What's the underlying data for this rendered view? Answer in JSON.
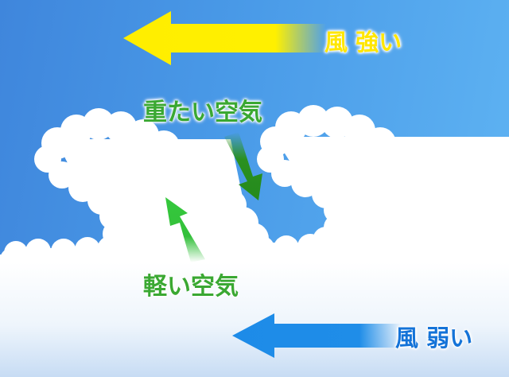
{
  "labels": {
    "wind_strong": "風 強い",
    "heavy_air": "重たい空気",
    "light_air": "軽い空気",
    "wind_weak": "風 弱い"
  },
  "colors": {
    "sky_left": "#3f86dc",
    "sky_right": "#5fb4f3",
    "cloud": "#ffffff",
    "fog": "#cfe2f7",
    "yellow_arrow": "#ffee00",
    "yellow_text": "#ffe600",
    "green_text": "#3aa832",
    "green_arrow_light": "#33c03a",
    "green_arrow_dark": "#2a9020",
    "blue_arrow": "#1f8de8",
    "blue_text": "#1473d8"
  },
  "icons": [
    "arrow-left-strong-wind",
    "arrow-down-heavy-air",
    "arrow-up-light-air",
    "arrow-left-weak-wind"
  ]
}
